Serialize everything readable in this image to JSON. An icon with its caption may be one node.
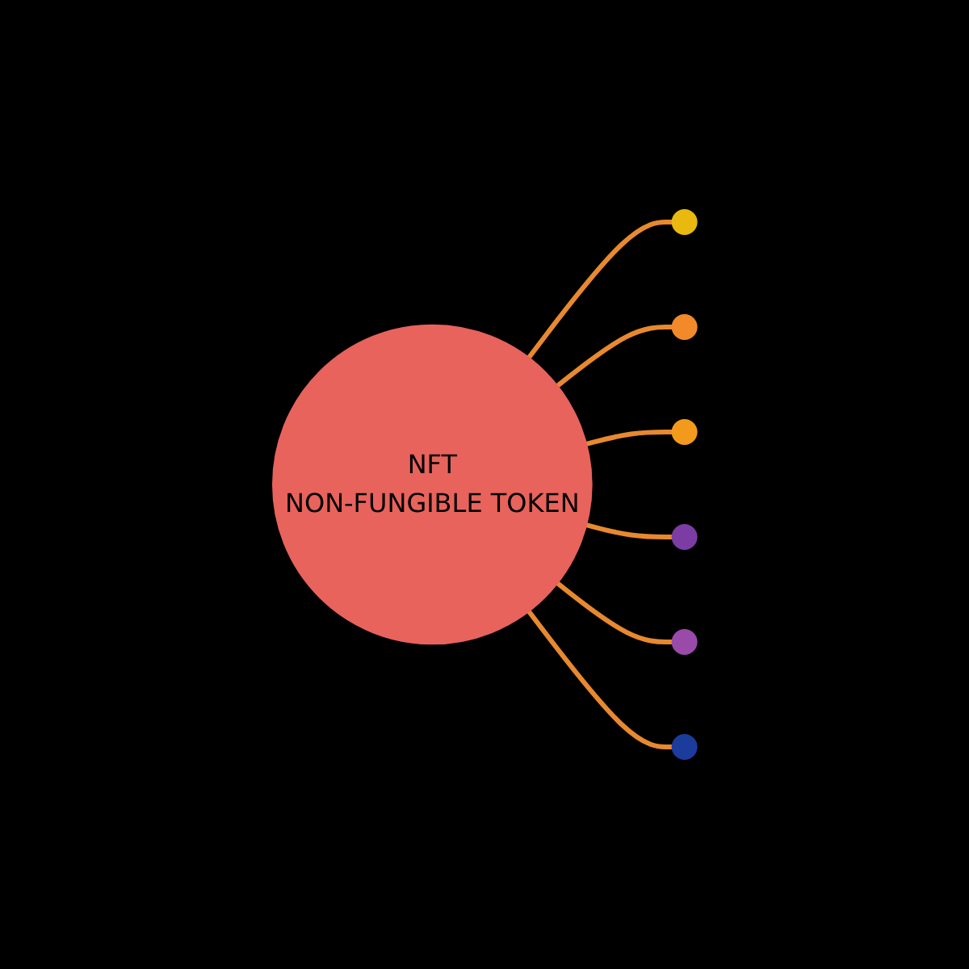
{
  "diagram": {
    "nodes": [
      {
        "text": [],
        "shape": "circle"
      },
      {
        "text": [],
        "shape": "circle"
      },
      {
        "text": [],
        "shape": "circle"
      },
      {
        "text": [
          "NFT",
          "NON-FUNGIBLE TOKEN"
        ]
      },
      {
        "text": [],
        "shape": "circle"
      },
      {
        "text": [],
        "shape": "circle"
      },
      {
        "text": [],
        "shape": "circle"
      }
    ],
    "edges": [
      {
        "from": 3,
        "to": 0,
        "arrow": "none"
      },
      {
        "from": 3,
        "to": 1,
        "arrow": "none"
      },
      {
        "from": 3,
        "to": 2,
        "arrow": "none"
      },
      {
        "from": 3,
        "to": 4,
        "arrow": "none"
      },
      {
        "from": 3,
        "to": 5,
        "arrow": "none"
      },
      {
        "from": 3,
        "to": 6,
        "arrow": "none"
      }
    ]
  }
}
